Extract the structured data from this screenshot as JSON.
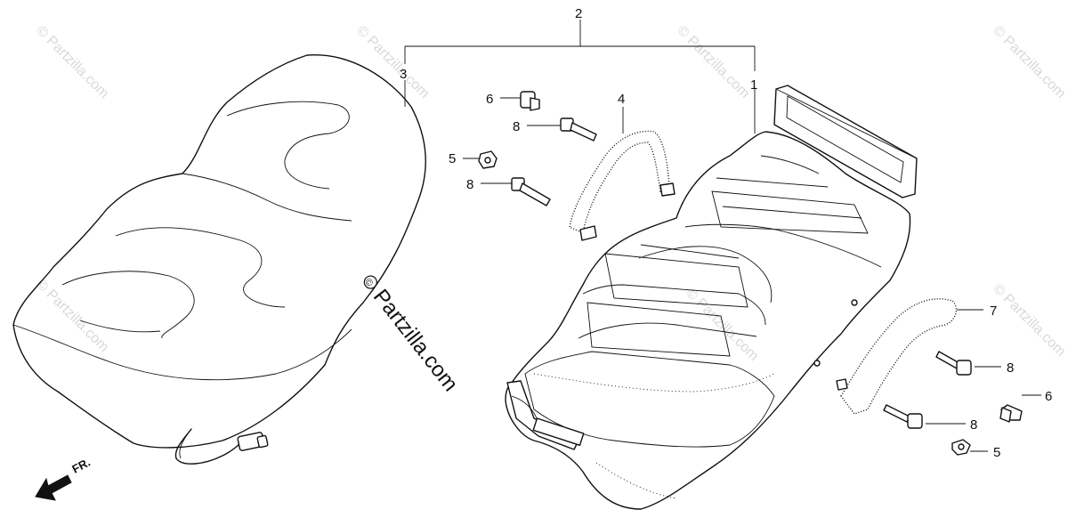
{
  "diagram": {
    "watermark_text": "© Partzilla.com",
    "brand_text": "Partzilla.com",
    "brand_symbol": "©",
    "direction_label": "FR.",
    "callouts": {
      "c1": "1",
      "c2": "2",
      "c3": "3",
      "c4": "4",
      "c5a": "5",
      "c5b": "5",
      "c6a": "6",
      "c6b": "6",
      "c7": "7",
      "c8a": "8",
      "c8b": "8",
      "c8c": "8",
      "c8d": "8"
    }
  }
}
